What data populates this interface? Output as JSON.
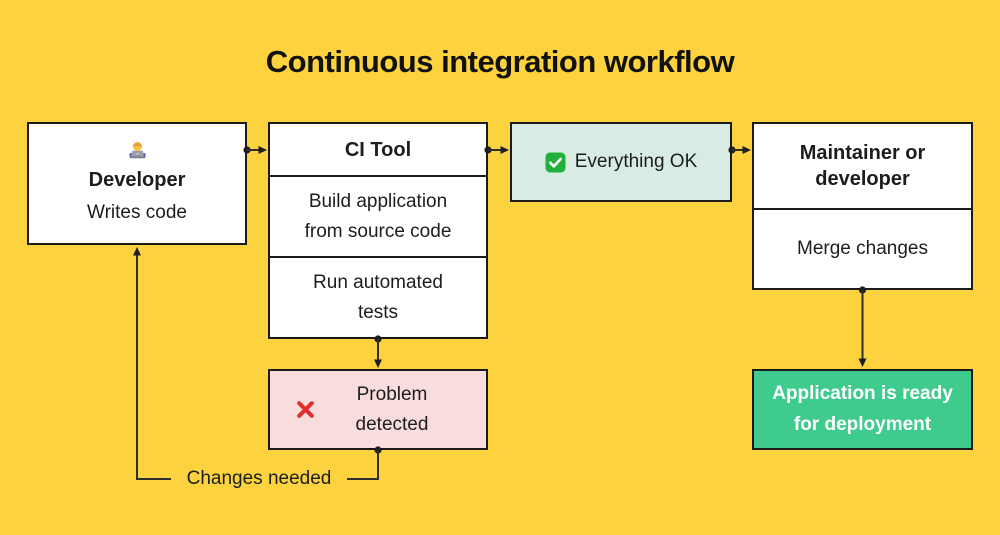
{
  "title": "Continuous integration workflow",
  "colors": {
    "background": "#fcd33e",
    "box_border": "#1a1a1a",
    "box_white": "#ffffff",
    "box_ok_bg": "#d9ece3",
    "box_problem_bg": "#f9dcdc",
    "box_deploy_bg": "#3fcb8d",
    "deploy_text": "#ffffff",
    "connector": "#2e2e2e",
    "check_icon_green": "#23af3b",
    "cross_icon_red": "#e02d2d"
  },
  "nodes": {
    "developer": {
      "icon": "technologist-emoji",
      "title": "Developer",
      "subtitle": "Writes code"
    },
    "ci_tool": {
      "title": "CI Tool",
      "steps": [
        "Build application from source code",
        "Run automated tests"
      ]
    },
    "everything_ok": {
      "icon": "check-mark-button-emoji",
      "label": "Everything OK"
    },
    "maintainer": {
      "title": "Maintainer or developer",
      "step": "Merge changes"
    },
    "problem": {
      "icon": "cross-mark-emoji",
      "label": "Problem detected"
    },
    "deploy": {
      "label": "Application is ready for deployment"
    }
  },
  "edges": {
    "changes_needed_label": "Changes needed"
  }
}
